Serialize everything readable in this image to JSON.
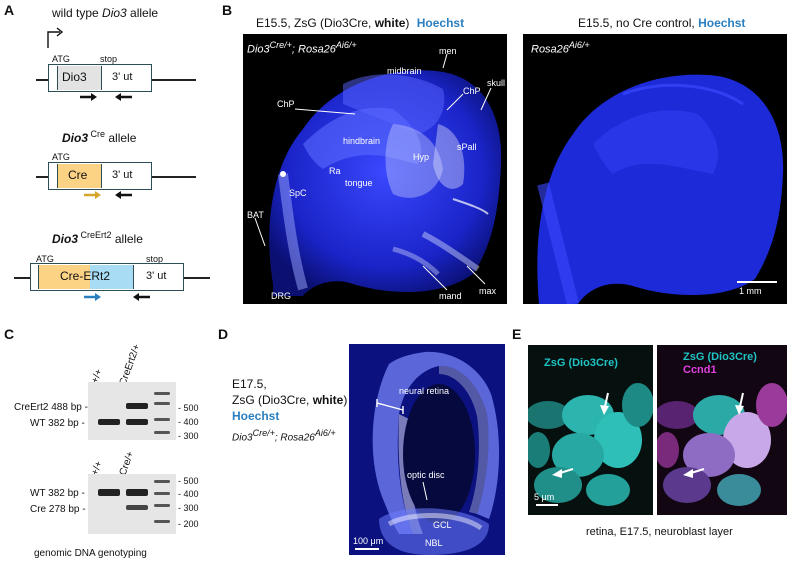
{
  "panels": {
    "A": "A",
    "B": "B",
    "C": "C",
    "D": "D",
    "E": "E"
  },
  "panelA": {
    "wt": {
      "title_gene": "Dio3",
      "title_rest": "wild type ",
      "title_suffix": " allele",
      "atg": "ATG",
      "stop": "stop",
      "exon": "Dio3",
      "utr": "3' ut"
    },
    "cre": {
      "gene": "Dio3",
      "sup": " Cre",
      "suffix": " allele",
      "atg": "ATG",
      "exon": "Cre",
      "utr": "3' ut"
    },
    "creert": {
      "gene": "Dio3",
      "sup": " CreErt2",
      "suffix": " allele",
      "atg": "ATG",
      "stop": "stop",
      "exon_a": "Cre-",
      "exon_b": "ERt2",
      "utr": "3' ut"
    }
  },
  "panelB": {
    "left_title": "E15.5,  ZsG (Dio3Cre, ",
    "left_title_bold": "white",
    "left_title_close": ")",
    "left_title_hoechst": "Hoechst",
    "right_title": "E15.5, no Cre control, ",
    "right_title_hoechst": "Hoechst",
    "left_genotype_a": "Dio3",
    "left_genotype_a_sup": "Cre/+",
    "left_genotype_b": "; Rosa26",
    "left_genotype_b_sup": "Ai6/+",
    "right_genotype": "Rosa26",
    "right_genotype_sup": "Ai6/+",
    "labels": {
      "men": "men",
      "midbrain": "midbrain",
      "chp_top": "ChP",
      "skull": "skull",
      "chp_left": "ChP",
      "hindbrain": "hindbrain",
      "hyp": "Hyp",
      "spall": "sPall",
      "ra": "Ra",
      "tongue": "tongue",
      "spc": "SpC",
      "bat": "BAT",
      "drg": "DRG",
      "mand": "mand",
      "max": "max"
    },
    "scalebar": "1 mm"
  },
  "panelC": {
    "top": {
      "lanes": [
        "+/+",
        "CreErt2/+"
      ],
      "bands": [
        "CreErt2 488 bp -",
        "WT 382 bp -"
      ],
      "ladder": [
        "- 500",
        "- 400",
        "- 300"
      ]
    },
    "bottom": {
      "lanes": [
        "+/+",
        "Cre/+"
      ],
      "bands": [
        "WT 382 bp -",
        "Cre 278 bp -"
      ],
      "ladder": [
        "- 500",
        "- 400",
        "- 300",
        "- 200"
      ]
    },
    "caption": "genomic DNA genotyping"
  },
  "panelD": {
    "stage": "E17.5,",
    "zsg": "ZsG (Dio3Cre, ",
    "zsg_bold": "white",
    "zsg_close": ")",
    "hoechst": "Hoechst",
    "genotype_a": "Dio3",
    "genotype_a_sup": "Cre/+",
    "genotype_b": "; Rosa26",
    "genotype_b_sup": "Ai6/+",
    "labels": {
      "neural_retina": "neural retina",
      "optic_disc": "optic disc",
      "gcl": "GCL",
      "nbl": "NBL"
    },
    "scalebar": "100 μm"
  },
  "panelE": {
    "left_label": "ZsG (Dio3Cre)",
    "right_label_a": "ZsG (Dio3Cre)",
    "right_label_b": "Ccnd1",
    "scalebar": "5 μm",
    "caption": "retina, E17.5, neuroblast layer"
  },
  "colors": {
    "hoechst": "#2a7fc0",
    "zsg": "#1fc4c4",
    "ccnd1": "#e040e0",
    "cre_exon": "#fcd285",
    "ert2_exon": "#a8dcf5",
    "cre_arrow": "#d4a52a",
    "ert_arrow": "#2a7fc0"
  }
}
